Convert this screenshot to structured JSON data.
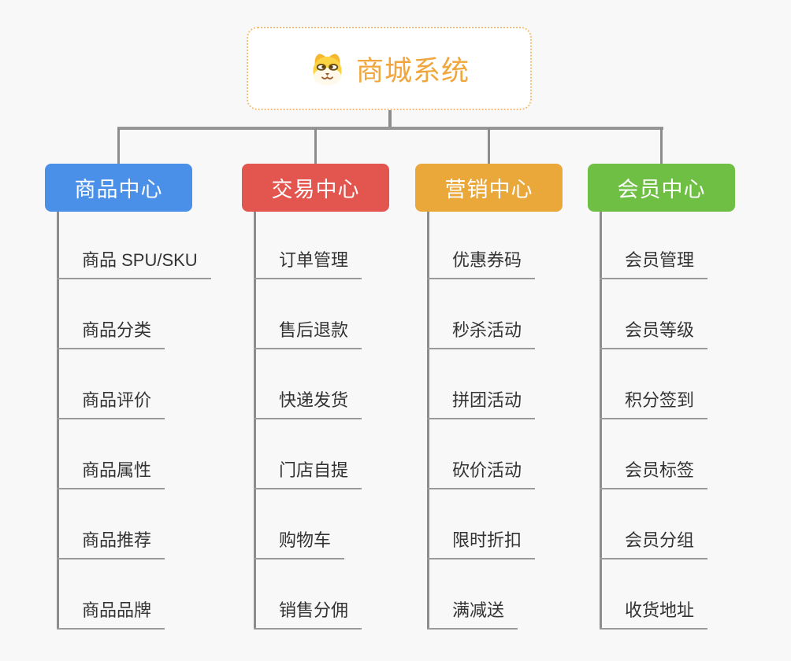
{
  "root": {
    "title": "商城系统",
    "icon": "dog-face",
    "title_color": "#F0A63C",
    "border_color": "#F3BE7A"
  },
  "branches": [
    {
      "label": "商品中心",
      "color": "#4A8FE8",
      "items": [
        "商品 SPU/SKU",
        "商品分类",
        "商品评价",
        "商品属性",
        "商品推荐",
        "商品品牌"
      ]
    },
    {
      "label": "交易中心",
      "color": "#E3564F",
      "items": [
        "订单管理",
        "售后退款",
        "快递发货",
        "门店自提",
        "购物车",
        "销售分佣"
      ]
    },
    {
      "label": "营销中心",
      "color": "#EAA83B",
      "items": [
        "优惠券码",
        "秒杀活动",
        "拼团活动",
        "砍价活动",
        "限时折扣",
        "满减送"
      ]
    },
    {
      "label": "会员中心",
      "color": "#6FBF44",
      "items": [
        "会员管理",
        "会员等级",
        "积分签到",
        "会员标签",
        "会员分组",
        "收货地址"
      ]
    }
  ],
  "connector_color": "#8C8C8C",
  "underline_color": "#9A9A9A",
  "background_color": "#F8F8F8",
  "leaf_text_color": "#333333"
}
